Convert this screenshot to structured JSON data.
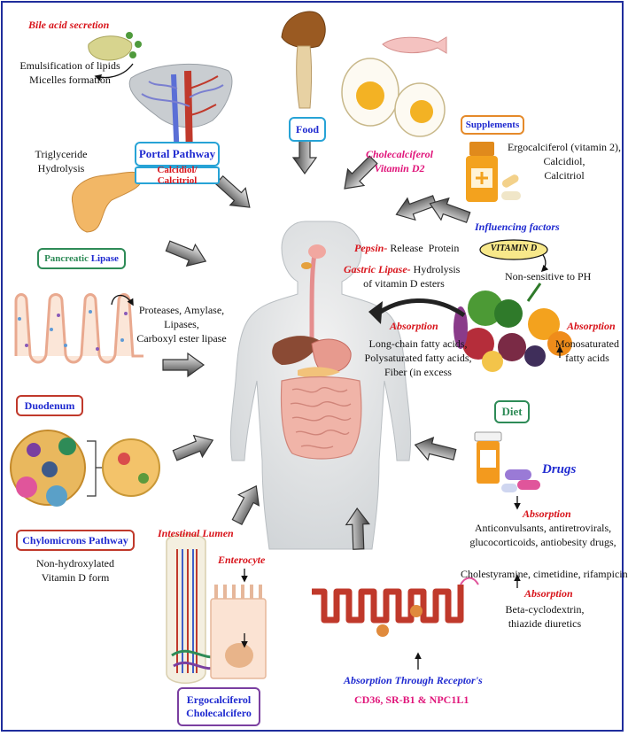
{
  "bile": {
    "title": "Bile acid secretion",
    "line1": "Emulsification of lipids",
    "line2": "Micelles formation"
  },
  "portal": {
    "title": "Portal Pathway",
    "sub": "Calcidiol/ Calcitriol"
  },
  "food": {
    "label": "Food"
  },
  "cholecalciferol": {
    "line1": "Cholecalciferol",
    "line2": "Vitamin D2"
  },
  "supplements": {
    "label": "Supplements",
    "line1": "Ergocalciferol (vitamin 2),",
    "line2": "Calcidiol,",
    "line3": "Calcitriol"
  },
  "triglyceride": {
    "line1": "Triglyceride",
    "line2": "Hydrolysis"
  },
  "pancreatic": {
    "part1": "Pancreatic",
    "part2": " Lipase"
  },
  "influencing": {
    "title": "Influencing factors",
    "vitd": "VITAMIN D",
    "nonsensitive": "Non-sensitive to PH"
  },
  "pepsin": {
    "label": "Pepsin-",
    "text": " Release  Protein"
  },
  "gastric": {
    "label": "Gastric Lipase-",
    "text": " Hydrolysis",
    "line2": "of vitamin D esters"
  },
  "duodenum": {
    "label": "Duodenum",
    "line1": "Proteases, Amylase,",
    "line2": "Lipases,",
    "line3": "Carboxyl ester lipase"
  },
  "absorption_left": {
    "title": "Absorption",
    "line1": "Long-chain fatty acids,",
    "line2": "Polysaturated fatty acids,",
    "line3": "Fiber (in excess"
  },
  "absorption_right": {
    "title": "Absorption",
    "line1": "Monosaturated",
    "line2": "fatty acids"
  },
  "diet": {
    "label": "Diet"
  },
  "chylomicrons": {
    "label": "Chylomicrons Pathway",
    "line1": "Non-hydroxylated",
    "line2": "Vitamin D form"
  },
  "drugs": {
    "label": "Drugs",
    "abs1": "Absorption",
    "line1": "Anticonvulsants, antiretrovirals,",
    "line2": "glucocorticoids, antiobesity drugs,",
    "line3": "Cholestyramine, cimetidine, rifampicin.",
    "abs2": "Absorption",
    "line4": "Beta-cyclodextrin,",
    "line5": "thiazide diuretics"
  },
  "intestinal": {
    "label": "Intestinal Lumen",
    "enterocyte": "Enterocyte"
  },
  "ergocalciferol": {
    "line1": "Ergocalciferol",
    "line2": "Cholecalcifero"
  },
  "receptor": {
    "title": "Absorption Through Receptor's",
    "list": "CD36, SR-B1 & NPC1L1"
  }
}
